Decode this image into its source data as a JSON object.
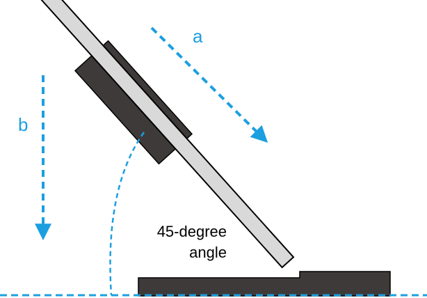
{
  "labels": {
    "arrow_a": "a",
    "arrow_b": "b",
    "angle_line1": "45-degree",
    "angle_line2": "angle"
  },
  "colors": {
    "accent_blue": "#1c9fe0",
    "dark_block": "#3f3a3a",
    "panel_fill": "#d9d9d9",
    "outline": "#000000",
    "text": "#000000"
  }
}
